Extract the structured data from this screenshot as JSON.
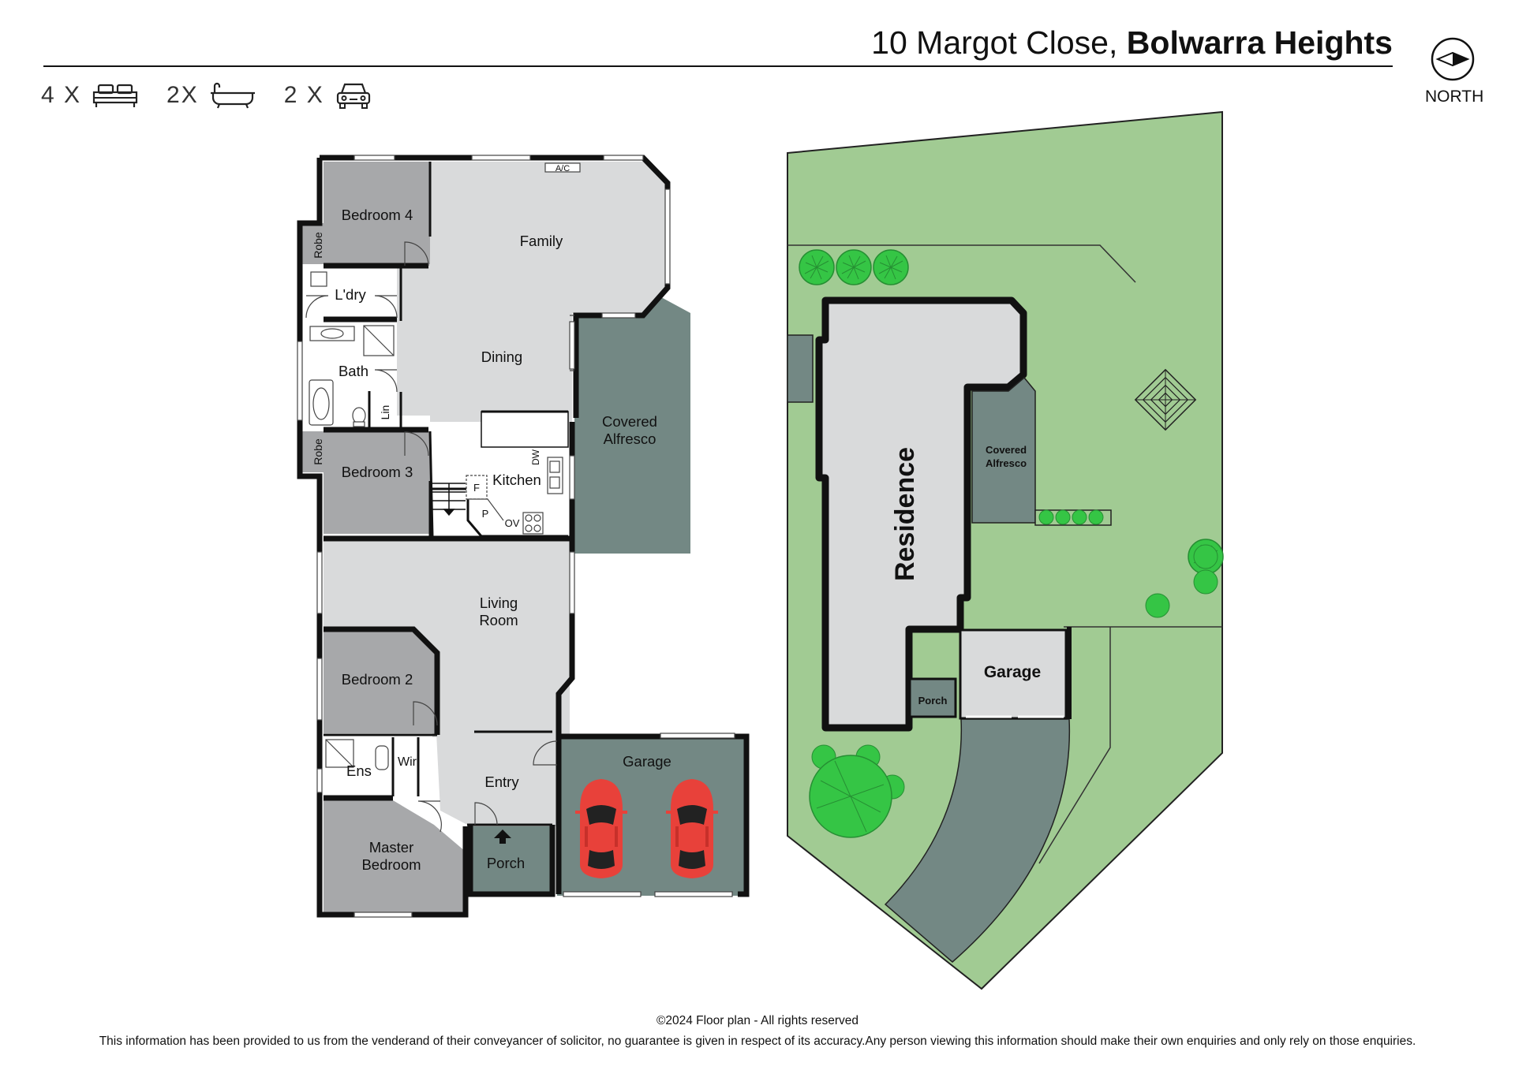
{
  "header": {
    "address_street": "10 Margot Close,",
    "address_suburb": "Bolwarra Heights",
    "bedrooms": "4 X",
    "bathrooms": "2X",
    "cars": "2 X",
    "north_label": "NORTH"
  },
  "rooms": {
    "bedroom4": "Bedroom 4",
    "robe_top": "Robe",
    "laundry": "L'dry",
    "bath": "Bath",
    "linen": "Lin",
    "robe_mid": "Robe",
    "bedroom3": "Bedroom 3",
    "family": "Family",
    "ac": "A/C",
    "dining": "Dining",
    "kitchen": "Kitchen",
    "dw": "DW",
    "fridge": "F",
    "pantry": "P",
    "oven": "OV",
    "alfresco_line1": "Covered",
    "alfresco_line2": "Alfresco",
    "living_line1": "Living",
    "living_line2": "Room",
    "bedroom2": "Bedroom 2",
    "ensuite": "Ens",
    "wir": "Wir",
    "entry": "Entry",
    "garage": "Garage",
    "master_line1": "Master",
    "master_line2": "Bedroom",
    "porch": "Porch"
  },
  "site": {
    "residence": "Residence",
    "alfresco_line1": "Covered",
    "alfresco_line2": "Alfresco",
    "garage": "Garage",
    "porch": "Porch"
  },
  "footer": {
    "copyright": "©2024 Floor plan  - All rights reserved",
    "disclaimer": "This information has been provided to us from the venderand of their conveyancer of solicitor, no guarantee is given in respect of its accuracy.Any person viewing this information should make their own enquiries and only rely on those enquiries."
  },
  "colors": {
    "room_light": "#d9dadb",
    "room_mid": "#a7a8aa",
    "outdoor_dark": "#738884",
    "lawn": "#a1cb93",
    "tree": "#35c545",
    "car": "#e8413a",
    "wall": "#111111"
  }
}
